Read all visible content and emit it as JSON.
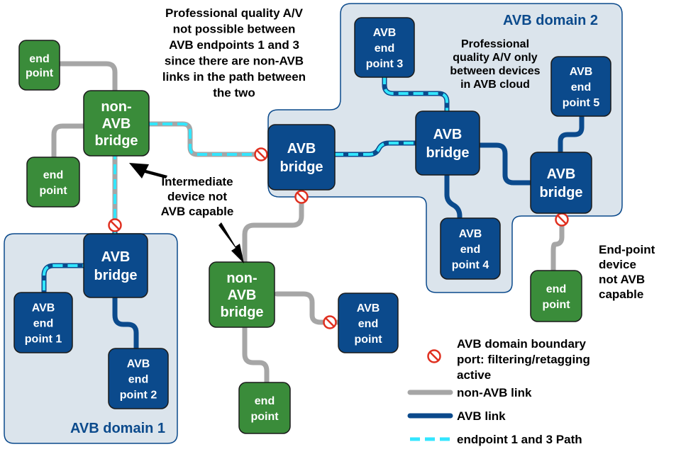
{
  "domains": {
    "domain1": "AVB domain 1",
    "domain2": "AVB domain 2"
  },
  "nodes": {
    "end_tl": [
      "end",
      "point"
    ],
    "end_ml": [
      "end",
      "point"
    ],
    "nonavb_1": [
      "non-",
      "AVB",
      "bridge"
    ],
    "avb_left": [
      "AVB",
      "bridge"
    ],
    "ep1": [
      "AVB",
      "end",
      "point 1"
    ],
    "ep2": [
      "AVB",
      "end",
      "point 2"
    ],
    "avb_center": [
      "AVB",
      "bridge"
    ],
    "nonavb_2": [
      "non-",
      "AVB",
      "bridge"
    ],
    "ep_center": [
      "AVB",
      "end",
      "point"
    ],
    "end_bottom": [
      "end",
      "point"
    ],
    "ep3": [
      "AVB",
      "end",
      "point 3"
    ],
    "avb_top": [
      "AVB",
      "bridge"
    ],
    "ep4": [
      "AVB",
      "end",
      "point 4"
    ],
    "ep5": [
      "AVB",
      "end",
      "point 5"
    ],
    "avb_right": [
      "AVB",
      "bridge"
    ],
    "end_right": [
      "end",
      "point"
    ]
  },
  "annotations": {
    "top_note": [
      "Professional quality A/V",
      "not possible between",
      "AVB endpoints 1 and 3",
      "since there are non-AVB",
      "links in the path between",
      "the two"
    ],
    "cloud_note": [
      "Professional",
      "quality A/V only",
      "between devices",
      "in AVB cloud"
    ],
    "intermediate_note": [
      "Intermediate",
      "device not",
      "AVB capable"
    ],
    "endpoint_note": [
      "End-point",
      "device",
      "not AVB",
      "capable"
    ]
  },
  "legend": {
    "boundary": [
      "AVB domain boundary",
      "port: filtering/retagging",
      "active"
    ],
    "non_avb_link": "non-AVB link",
    "avb_link": "AVB link",
    "path": "endpoint 1 and 3 Path"
  },
  "colors": {
    "avb_blue": "#0b4a8c",
    "non_avb_green": "#3a8c3a",
    "non_avb_link": "#a6a6a6",
    "path_cyan": "#33e6ff",
    "domain_fill": "#dbe4ec",
    "boundary_red": "#e03020"
  }
}
